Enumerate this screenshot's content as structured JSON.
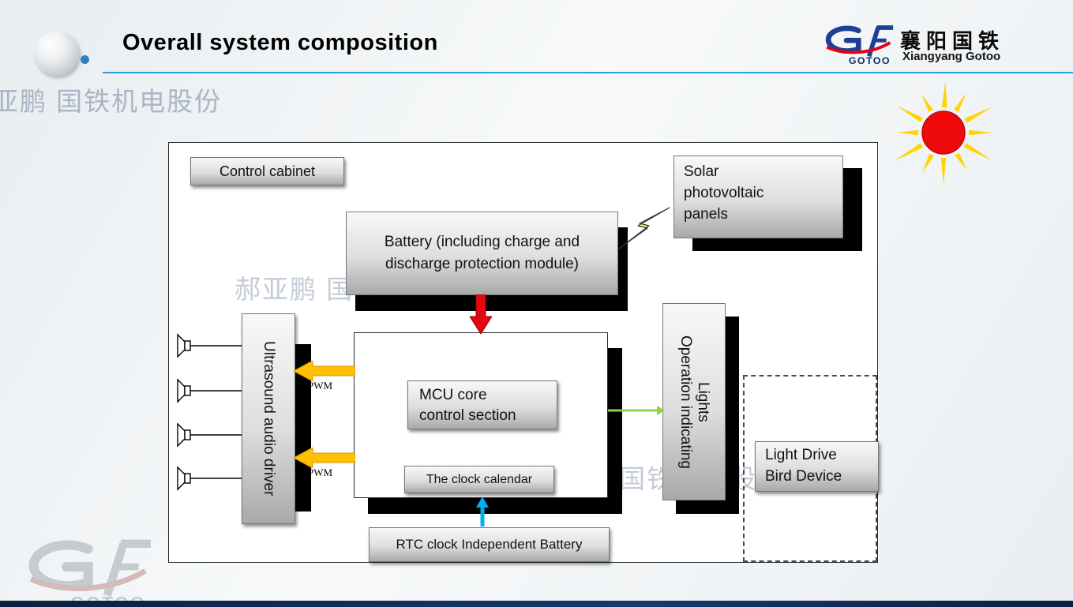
{
  "slide": {
    "title": "Overall system composition"
  },
  "logo": {
    "brand": "GOTOO",
    "company_cn": "襄阳国铁",
    "company_en": "Xiangyang Gotoo"
  },
  "watermark": {
    "text": "郝亚鹏 国铁机电股份",
    "brand": "GOTOO"
  },
  "diagram": {
    "control_cabinet": "Control cabinet",
    "solar": "Solar photovoltaic panels",
    "battery": "Battery (including charge and discharge protection module)",
    "mcu": {
      "line1": "MCU core",
      "line2": "control section"
    },
    "clock": "The clock calendar",
    "rtc": "RTC clock Independent Battery",
    "ultrasound": "Ultrasound audio driver",
    "operation": {
      "line1": "Operation indicating",
      "line2": "Lights"
    },
    "bird": {
      "line1": "Light Drive",
      "line2": "Bird Device"
    },
    "pwm_top": "PWM",
    "pwm_bottom": "PWM"
  },
  "icons": {
    "sun": "sun-icon",
    "lightning": "lightning-bolt-icon",
    "speakers": "speaker-icon",
    "power_arrow": "red-power-arrow-icon",
    "pwm_arrows": "pwm-signal-arrow-icon",
    "rtc_arrow": "rtc-signal-arrow-icon",
    "indicator_connector": "green-connector-icon"
  },
  "colors": {
    "title_underline": "#2b9fd9",
    "arrow_red": "#e30613",
    "arrow_yellow": "#ffc000",
    "arrow_cyan": "#00b0f0",
    "connector_green": "#92d050",
    "sun_center": "#ee0a0a",
    "sun_rays": "#ffd400",
    "bolt_yellow": "#ffff4d",
    "logo_blue": "#1d3f96",
    "logo_red": "#e60012",
    "box_shadow_black": "#000000"
  }
}
